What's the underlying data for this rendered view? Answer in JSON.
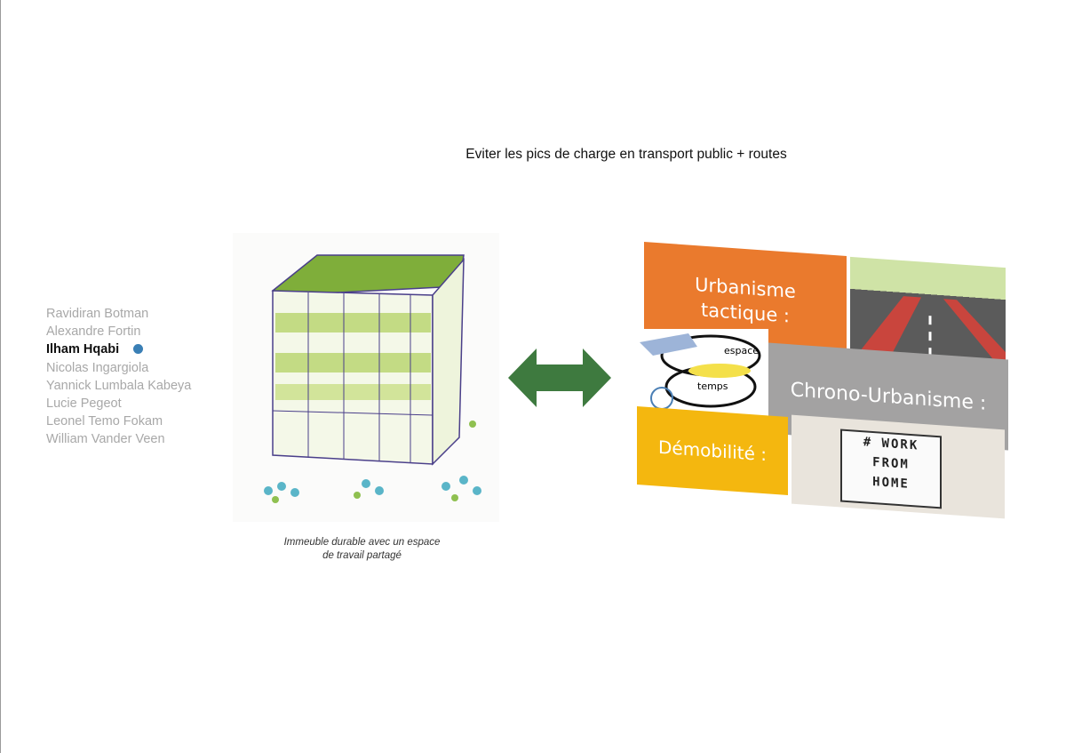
{
  "slide": {
    "title": "Eviter les pics de charge en transport public + routes",
    "caption_line1": "Immeuble durable avec un espace",
    "caption_line2": "de travail partagé"
  },
  "authors": [
    {
      "name": "Ravidiran Botman",
      "active": false
    },
    {
      "name": "Alexandre Fortin",
      "active": false
    },
    {
      "name": "Ilham Hqabi",
      "active": true
    },
    {
      "name": "Nicolas Ingargiola",
      "active": false
    },
    {
      "name": "Yannick Lumbala Kabeya",
      "active": false
    },
    {
      "name": "Lucie Pegeot",
      "active": false
    },
    {
      "name": "Leonel Temo Fokam",
      "active": false
    },
    {
      "name": "William Vander Veen",
      "active": false
    }
  ],
  "graphic": {
    "urbanisme_line1": "Urbanisme",
    "urbanisme_line2": "tactique :",
    "chrono": "Chrono-Urbanisme :",
    "demobilite": "Démobilité :",
    "sign_line1": "# WORK",
    "sign_line2": "FROM",
    "sign_line3": "HOME",
    "espace": "espace",
    "temps": "temps"
  },
  "colors": {
    "accent_dot": "#3a7fb5",
    "arrow": "#3e7a3f",
    "orange": "#ea7a2d",
    "grey": "#a3a2a2",
    "yellow": "#f4b70f"
  }
}
